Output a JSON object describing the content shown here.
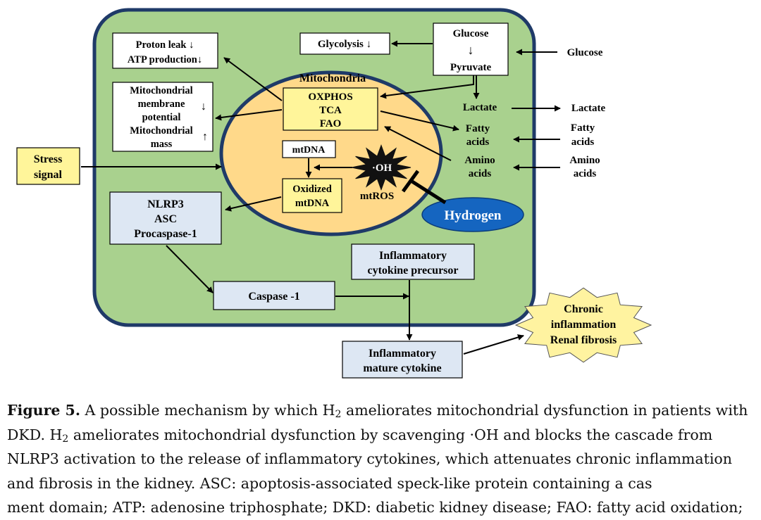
{
  "figure": {
    "cell_label": "",
    "mitochondria_title": "Mitochondria",
    "proton_box": [
      "Proton leak ↓",
      "ATP production↓"
    ],
    "potential_box": [
      "Mitochondrial",
      "membrane",
      "potential",
      "Mitochondrial",
      "mass"
    ],
    "potential_arrows": [
      "↓",
      "↑"
    ],
    "glycolysis_box": "Glycolysis ↓",
    "glucose_box": [
      "Glucose",
      "↓",
      "Pyruvate"
    ],
    "oxphos_box": [
      "OXPHOS",
      "TCA",
      "FAO"
    ],
    "mtdna_box": "mtDNA",
    "oxidized_box": [
      "Oxidized",
      "mtDNA"
    ],
    "oh_label": "·OH",
    "mtros_label": "mtROS",
    "hydrogen_label": "Hydrogen",
    "stress_box": [
      "Stress",
      "signal"
    ],
    "nlrp3_box": [
      "NLRP3",
      "ASC",
      "Procaspase-1"
    ],
    "caspase_box": "Caspase -1",
    "precursor_box": [
      "Inflammatory",
      "cytokine precursor"
    ],
    "mature_box": [
      "Inflammatory",
      "mature cytokine"
    ],
    "chronic_box": [
      "Chronic",
      "inflammation",
      "Renal fibrosis"
    ],
    "inner_labels": {
      "lactate": "Lactate",
      "fatty": [
        "Fatty",
        "acids"
      ],
      "amino": [
        "Amino",
        "acids"
      ]
    },
    "outer_labels": {
      "glucose": "Glucose",
      "lactate": "Lactate",
      "fatty": [
        "Fatty",
        "acids"
      ],
      "amino": [
        "Amino",
        "acids"
      ]
    },
    "colors": {
      "cell_fill": "#a9d18e",
      "cell_border": "#1f3a68",
      "mito_fill": "#ffd98a",
      "mito_border": "#1f3a68",
      "yellow_box": "#fff59a",
      "blue_box": "#dde7f3",
      "hydrogen_fill": "#1565c0",
      "star_fill": "#fff3a0"
    }
  },
  "caption": {
    "label": "Figure 5.",
    "line1_a": "A possible mechanism by which H",
    "line1_sub": "2",
    "line1_b": " ameliorates mitochondrial dysfunction in patients with",
    "line2_a": "DKD. H",
    "line2_sub": "2",
    "line2_b": " ameliorates mitochondrial dysfunction by scavenging ·OH and blocks the cascade from",
    "line3": "NLRP3 activation to the release of inflammatory cytokines, which attenuates chronic inflammation",
    "line4": "and fibrosis in the kidney. ASC: apoptosis-associated speck-like protein containing a cas",
    "line5": "ment domain; ATP: adenosine triphosphate; DKD: diabetic kidney disease; FAO: fatty acid oxidation;"
  }
}
